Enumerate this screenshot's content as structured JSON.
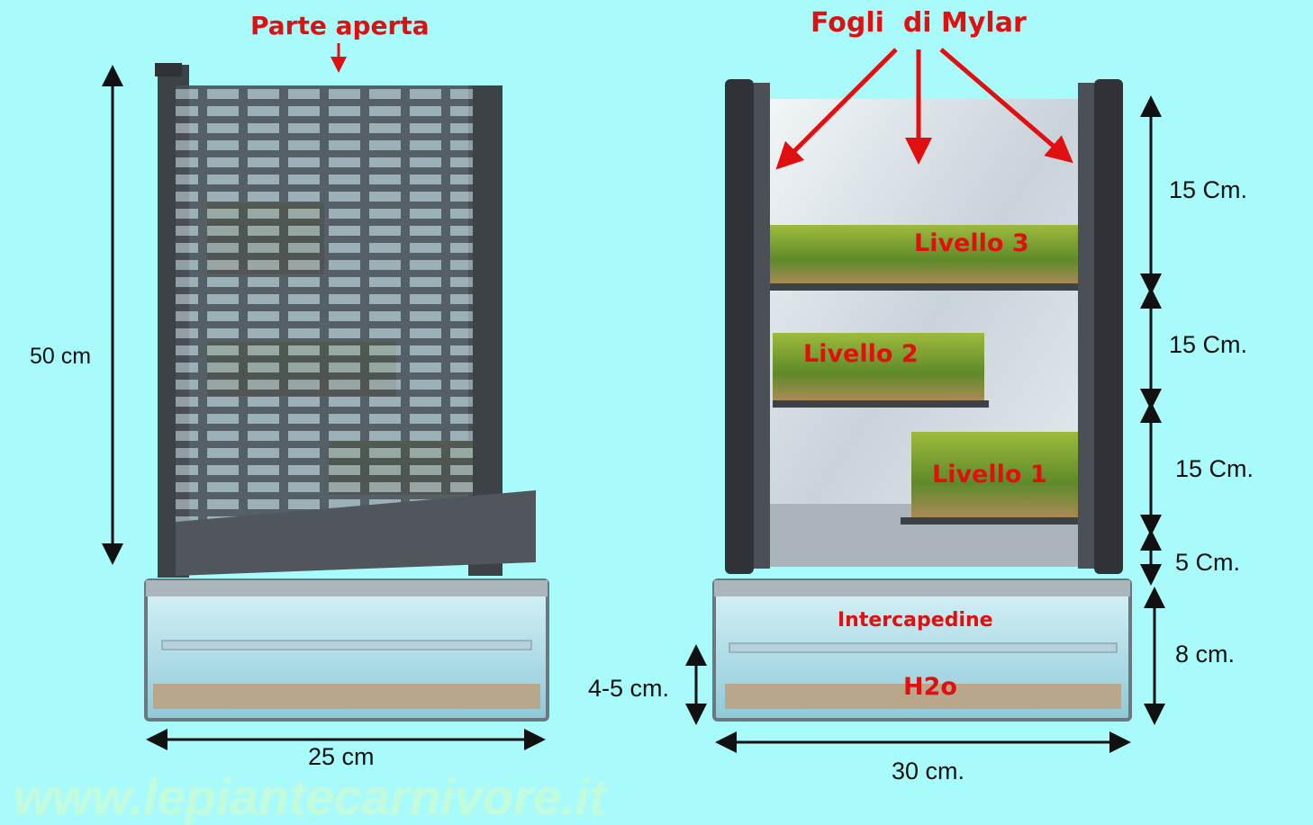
{
  "left_unit": {
    "title": "Parte aperta",
    "height_label": "50 cm",
    "width_label": "25 cm"
  },
  "right_unit": {
    "title": "Fogli  di Mylar",
    "levels": [
      "Livello 3",
      "Livello 2",
      "Livello 1"
    ],
    "reservoir_labels": {
      "gap": "Intercapedine",
      "water": "H2o"
    },
    "dimensions": [
      "15 Cm.",
      "15 Cm.",
      "15 Cm.",
      "5 Cm.",
      "8 cm."
    ],
    "water_depth_label": "4-5 cm.",
    "width_label": "30 cm."
  },
  "watermark": "www.lepiantecarnivore.it",
  "colors": {
    "background": "#a9fbfb",
    "accent": "#e01010"
  }
}
